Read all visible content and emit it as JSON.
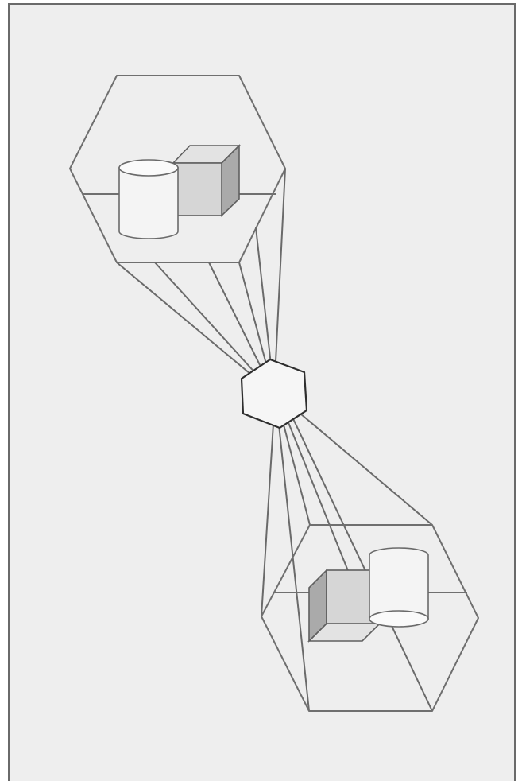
{
  "diagram": {
    "elements": [
      "top-scene",
      "center-lens",
      "bottom-scene"
    ],
    "top_scene": {
      "objects": [
        "cube",
        "cylinder"
      ]
    },
    "bottom_scene": {
      "objects": [
        "cube",
        "cylinder"
      ]
    }
  },
  "colors": {
    "background": "#eeeeee",
    "frame_border": "#6a6a6a",
    "line": "#6f6f6f",
    "lens_outline": "#2e2e2e",
    "cube_front": "#d6d6d6",
    "cube_side": "#aaaaaa",
    "cylinder": "#f4f4f4"
  }
}
